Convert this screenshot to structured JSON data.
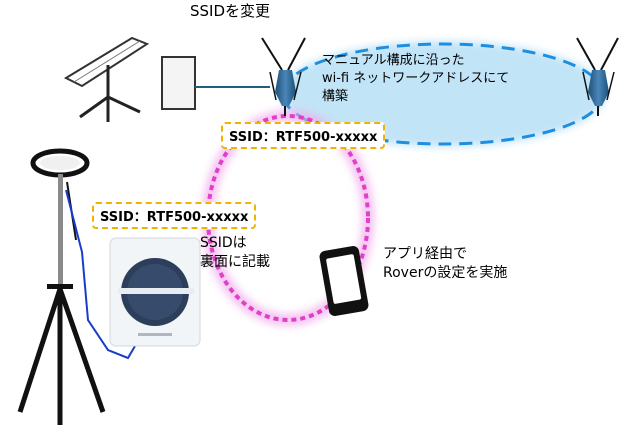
{
  "labels": {
    "ssid_change": "SSIDを変更",
    "network_text_line1": "マニュアル構成に沿った",
    "network_text_line2": "wi-fi ネットワークアドレスにて",
    "network_text_line3": "構築",
    "ssid_box_top": "SSID：RTF500-xxxxx",
    "ssid_box_left": "SSID：RTF500-xxxxx",
    "ssid_back_line1": "SSIDは",
    "ssid_back_line2": "裏面に記載",
    "app_line1": "アプリ経由で",
    "app_line2": "Roverの設定を実施"
  },
  "colors": {
    "network_fill": "#bfe3f7",
    "network_border": "#1e8fe0",
    "pink_ring": "#e040c8",
    "ssid_border": "#f0b400",
    "antenna": "#2a5f8a",
    "cable_blue": "#1a3cc8"
  }
}
